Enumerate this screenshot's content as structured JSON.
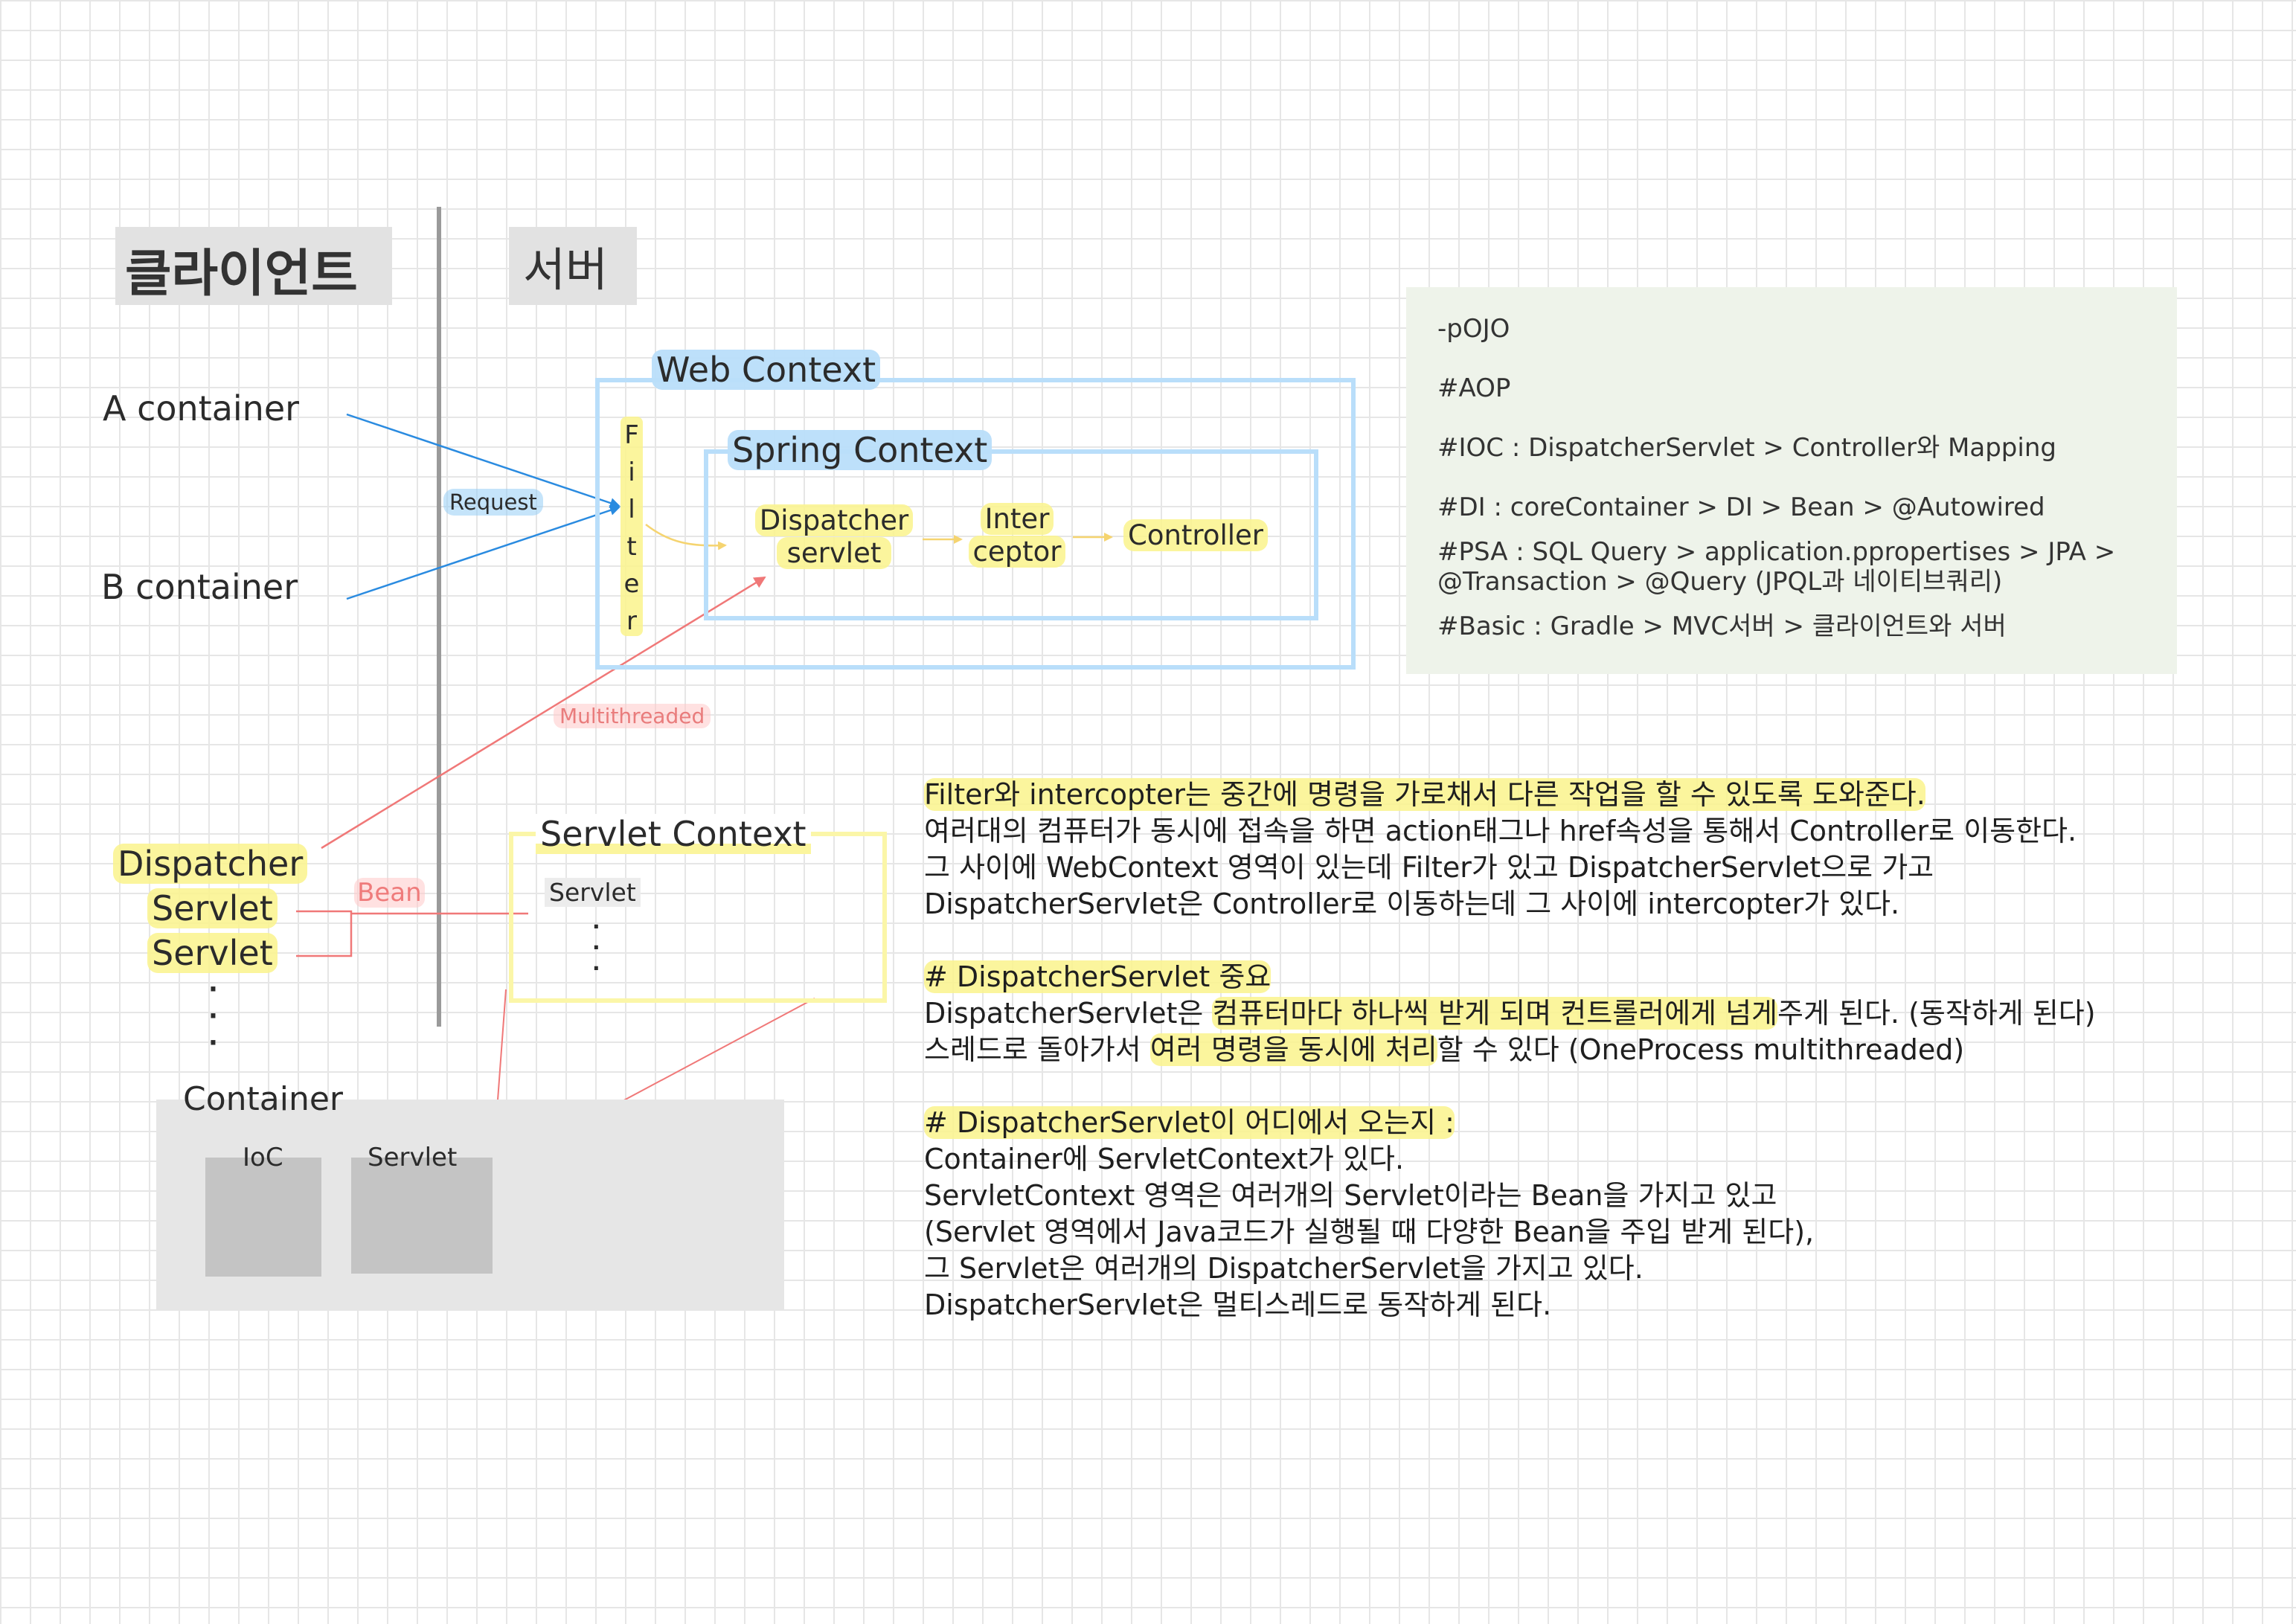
{
  "headings": {
    "client": "클라이언트",
    "server": "서버"
  },
  "clients": {
    "a": "A container",
    "b": "B container"
  },
  "labels": {
    "request": "Request",
    "multithreaded": "Multithreaded",
    "bean": "Bean"
  },
  "web_context": {
    "title": "Web Context",
    "filter_letters": [
      "F",
      "i",
      "l",
      "t",
      "e",
      "r"
    ],
    "spring_context": {
      "title": "Spring Context",
      "dispatcher_line1": "Dispatcher",
      "dispatcher_line2": "servlet",
      "interceptor_line1": "Inter",
      "interceptor_line2": "ceptor",
      "controller": "Controller"
    }
  },
  "left_stack": {
    "dispatcher": "Dispatcher",
    "servlet1": "Servlet",
    "servlet2": "Servlet",
    "dots": "·\n·\n·"
  },
  "servlet_context": {
    "title": "Servlet Context",
    "servlet": "Servlet",
    "dots": "·\n·\n·"
  },
  "container": {
    "title": "Container",
    "ioc": "IoC",
    "servlet": "Servlet"
  },
  "notes": [
    "-pOJO",
    "#AOP",
    "#IOC  : DispatcherServlet > Controller와 Mapping",
    "#DI : coreContainer > DI > Bean > @Autowired",
    "#PSA : SQL Query > application.ppropertises > JPA >\n@Transaction > @Query (JPQL과 네이티브쿼리)",
    "#Basic : Gradle > MVC서버 > 클라이언트와 서버"
  ],
  "explanation": {
    "p1_line1": "Filter와 intercopter는 중간에 명령을 가로채서 다른 작업을 할 수 있도록 도와준다.",
    "p1_line2": "여러대의 컴퓨터가 동시에 접속을 하면 action태그나 href속성을 통해서 Controller로 이동한다.",
    "p1_line3": "그 사이에 WebContext 영역이 있는데 Filter가 있고 DispatcherServlet으로 가고",
    "p1_line4": "DispatcherServlet은 Controller로 이동하는데 그 사이에 intercopter가 있다.",
    "h2": "# DispatcherServlet 중요",
    "p2_line1_a": "DispatcherServlet은 ",
    "p2_line1_b": "컴퓨터마다 하나씩 받게 되며 컨트롤러에게 넘게",
    "p2_line1_c": "주게 된다. (동작하게 된다)",
    "p2_line2_a": "스레드로 돌아가서 ",
    "p2_line2_b": "여러 명령을 동시에 처리",
    "p2_line2_c": "할 수 있다 (OneProcess multithreaded)",
    "h3": "# DispatcherServlet이 어디에서 오는지 :",
    "p3_line1": "Container에 ServletContext가 있다.",
    "p3_line2": "ServletContext 영역은 여러개의 Servlet이라는 Bean을 가지고 있고",
    "p3_line3": "(Servlet 영역에서 Java코드가 실행될 때 다양한 Bean을 주입 받게 된다),",
    "p3_line4": "그 Servlet은 여러개의 DispatcherServlet을 가지고 있다.",
    "p3_line5": "DispatcherServlet은 멀티스레드로 동작하게 된다."
  },
  "colors": {
    "highlight_yellow": "#faf38c",
    "highlight_blue": "#96cdf5",
    "box_blue": "#b9defa",
    "box_yellow": "#fbf6a8",
    "request_arrow": "#2a8be0",
    "multithread_arrow": "#f07878",
    "note_bg": "#eef3ea",
    "container_bg": "#e6e6e6"
  }
}
